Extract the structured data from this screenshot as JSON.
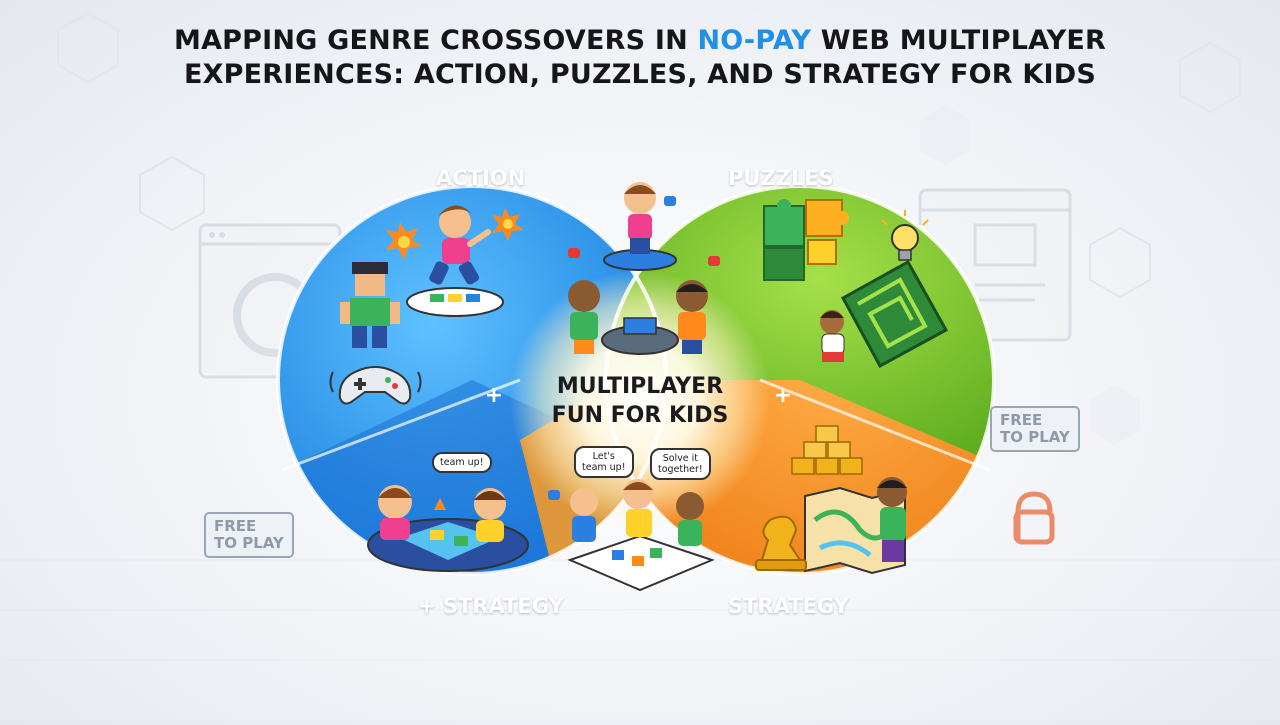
{
  "title": {
    "line1_prefix": "MAPPING GENRE CROSSOVERS IN ",
    "line1_highlight": "NO-PAY",
    "line1_suffix": " WEB MULTIPLAYER",
    "line2": "EXPERIENCES: ACTION, PUZZLES, AND STRATEGY FOR KIDS"
  },
  "regions": {
    "action": "ACTION",
    "puzzles": "PUZZLES",
    "action_strategy": "+ STRATEGY",
    "strategy": "STRATEGY"
  },
  "center": {
    "line1": "MULTIPLAYER",
    "line2": "FUN FOR KIDS"
  },
  "markers": {
    "plus": "+"
  },
  "bubbles": {
    "team_up": "team up!",
    "lets_team_up_1": "Let's",
    "lets_team_up_2": "team up!",
    "solve_1": "Solve it",
    "solve_2": "together!"
  },
  "badges": {
    "free_1": "FREE",
    "free_2": "TO PLAY"
  },
  "colors": {
    "action_blue": "#2a9af0",
    "strategy_blue": "#1f73d6",
    "puzzle_green": "#7cc72e",
    "strategy_orange": "#f28a1c",
    "highlight_blue": "#1f8fe8"
  },
  "icons": [
    "game-controller-icon",
    "puzzle-pieces-icon",
    "lightbulb-icon",
    "maze-icon",
    "chess-knight-icon",
    "gold-bars-icon",
    "map-icon",
    "explosion-icon",
    "browser-window-icon",
    "speech-bubble-icon"
  ]
}
